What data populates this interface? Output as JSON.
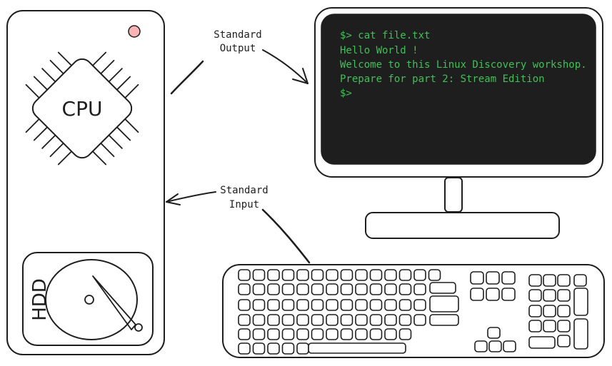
{
  "tower": {
    "cpu_label": "CPU",
    "hdd_label": "HDD",
    "power_led_color": "#f8b4b4"
  },
  "arrows": {
    "stdout_label_line1": "Standard",
    "stdout_label_line2": "Output",
    "stdin_label_line1": "Standard",
    "stdin_label_line2": "Input"
  },
  "terminal": {
    "text_color": "#40c057",
    "background": "#1e1e1e",
    "lines": [
      "$> cat file.txt",
      "Hello World !",
      "Welcome to this Linux Discovery workshop.",
      "Prepare for part 2: Stream Edition",
      "$>"
    ]
  },
  "colors": {
    "stroke": "#1e1e1e",
    "background": "#ffffff"
  }
}
